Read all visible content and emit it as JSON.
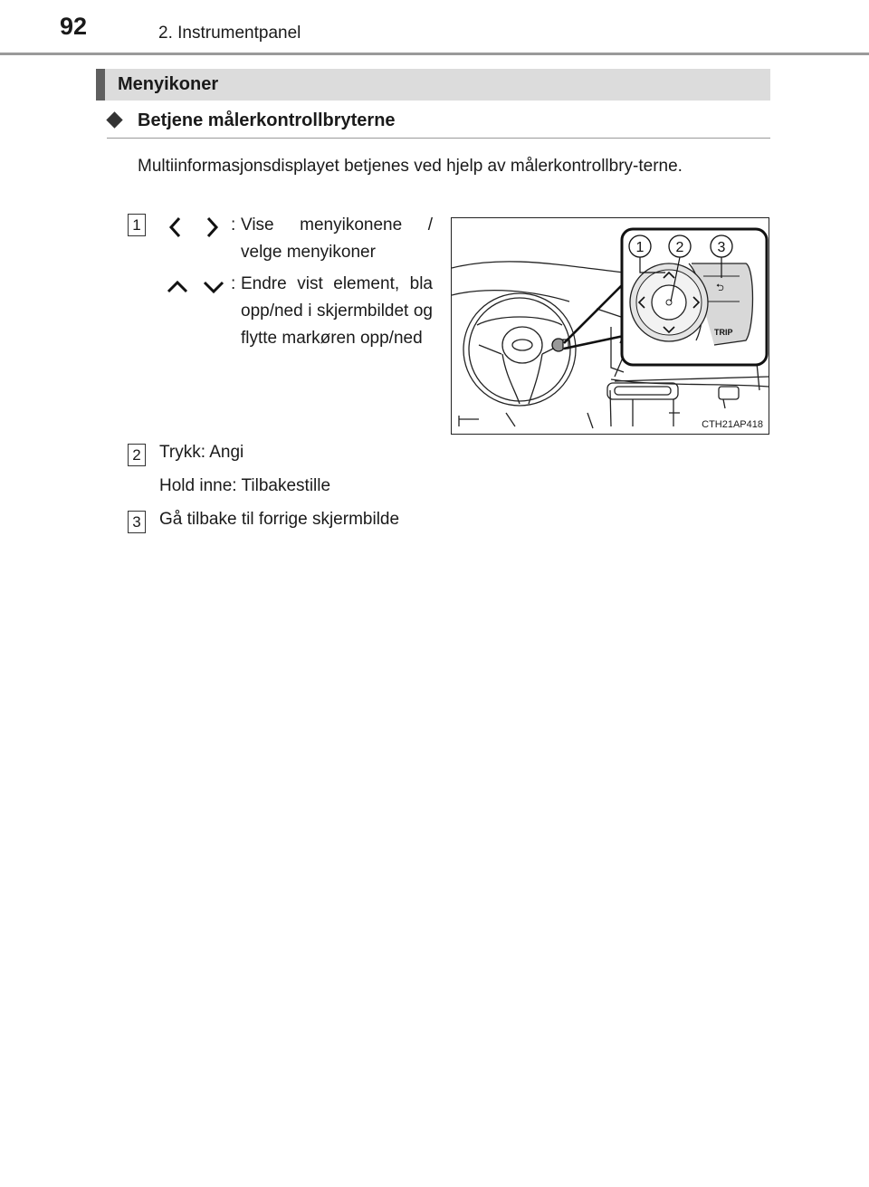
{
  "header": {
    "page_number": "92",
    "chapter": "2. Instrumentpanel"
  },
  "section": {
    "title": "Menyikoner"
  },
  "subsection": {
    "title": "Betjene målerkontrollbryterne",
    "intro": "Multiinformasjonsdisplayet betjenes ved hjelp av målerkontrollbry-terne."
  },
  "items": [
    {
      "number": "1",
      "lines": [
        {
          "icons": [
            "chevron-left-icon",
            "chevron-right-icon"
          ],
          "colon": ":",
          "text": "Vise menyikonene / velge menyikoner"
        },
        {
          "icons": [
            "chevron-up-icon",
            "chevron-down-icon"
          ],
          "colon": ":",
          "text": "Endre vist element, bla opp/ned i skjermbildet og flytte markøren opp/ned"
        }
      ]
    },
    {
      "number": "2",
      "lines": [
        {
          "text": "Trykk: Angi"
        },
        {
          "text": "Hold inne: Tilbakestille"
        }
      ]
    },
    {
      "number": "3",
      "lines": [
        {
          "text": "Gå tilbake til forrige skjermbilde"
        }
      ]
    }
  ],
  "figure": {
    "code": "CTH21AP418",
    "callouts": [
      "1",
      "2",
      "3"
    ],
    "button_label": "TRIP",
    "back_symbol": "⮌"
  }
}
